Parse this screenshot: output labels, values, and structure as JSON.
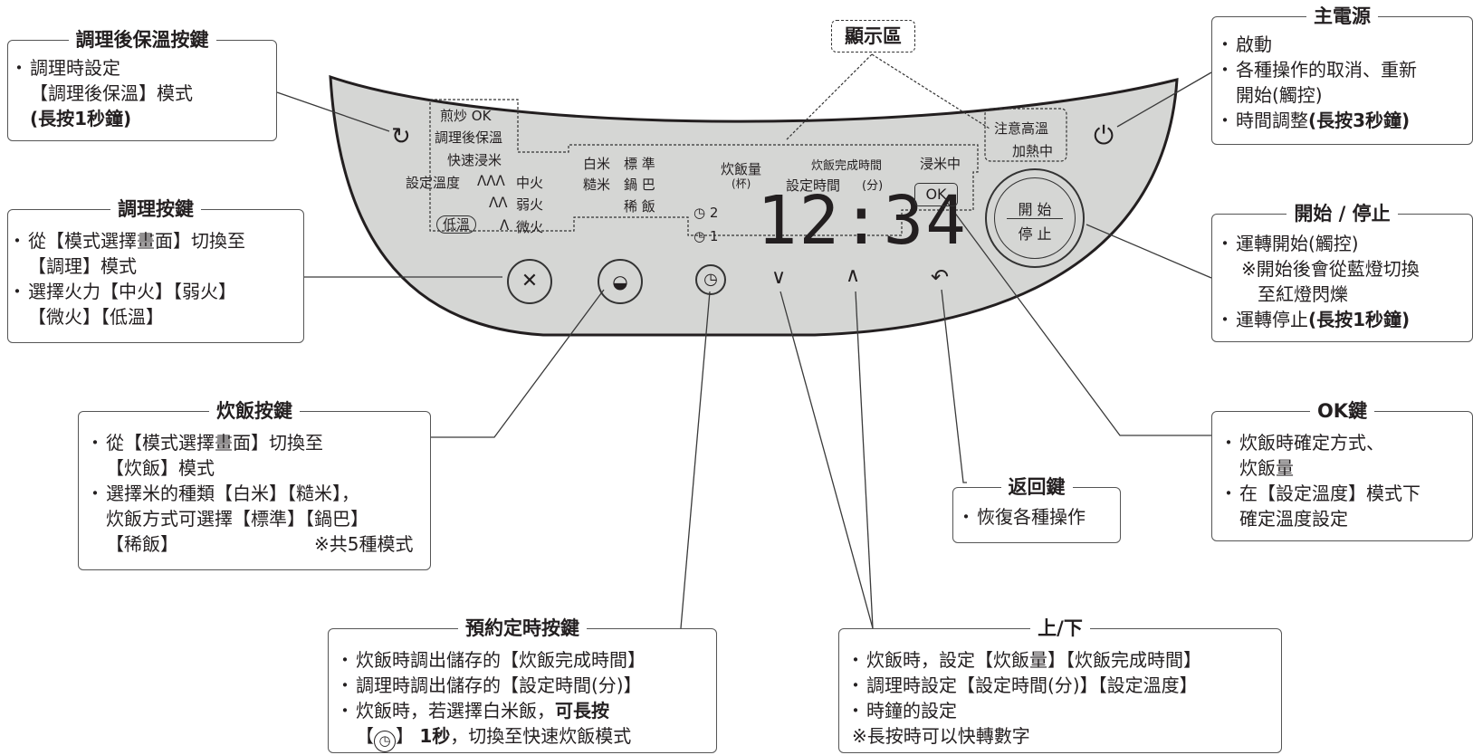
{
  "callouts": {
    "keep_warm": {
      "title": "調理後保溫按鍵",
      "lines": [
        "調理時設定",
        "【調理後保溫】模式",
        "(長按1秒鐘)"
      ]
    },
    "cook": {
      "title": "調理按鍵",
      "lines": [
        "從【模式選擇畫面】切換至",
        "【調理】模式",
        "選擇火力【中火】【弱火】",
        "【微火】【低溫】"
      ]
    },
    "rice": {
      "title": "炊飯按鍵",
      "lines": [
        "從【模式選擇畫面】切換至",
        "【炊飯】模式",
        "選擇米的種類【白米】【糙米】，",
        "炊飯方式可選擇【標準】【鍋巴】",
        "【稀飯】",
        "※共5種模式"
      ]
    },
    "timer": {
      "title": "預約定時按鍵",
      "lines": [
        "炊飯時調出儲存的【炊飯完成時間】",
        "調理時調出儲存的【設定時間(分)】",
        "炊飯時，若選擇白米飯，",
        "可長按",
        "【",
        "】",
        "1秒",
        "，切換至快速炊飯模式"
      ]
    },
    "updown": {
      "title": "上/下",
      "lines": [
        "炊飯時，設定【炊飯量】【炊飯完成時間】",
        "調理時設定【設定時間(分)】【設定溫度】",
        "時鐘的設定",
        "※長按時可以快轉數字"
      ]
    },
    "back": {
      "title": "返回鍵",
      "lines": [
        "恢復各種操作"
      ]
    },
    "ok": {
      "title": "OK鍵",
      "lines": [
        "炊飯時確定方式、",
        "炊飯量",
        "在【設定溫度】模式下",
        "確定溫度設定"
      ]
    },
    "start": {
      "title": "開始 / 停止",
      "lines": [
        "運轉開始(觸控)",
        "※開始後會從藍燈切換",
        "至紅燈閃爍",
        "運轉停止",
        "(長按1秒鐘)"
      ]
    },
    "power": {
      "title": "主電源",
      "lines": [
        "啟動",
        "各種操作的取消、重新",
        "開始(觸控)",
        "時間調整",
        "(長按3秒鐘)"
      ]
    },
    "display": {
      "title": "顯示區"
    }
  },
  "panel": {
    "mode_labels": [
      "煎炒 OK",
      "調理後保溫",
      "快速浸米"
    ],
    "temp_label": "設定溫度",
    "heat": [
      "中火",
      "弱火",
      "微火"
    ],
    "low_temp": "低溫",
    "rice_types": [
      "白米",
      "糙米"
    ],
    "methods": [
      "標 準",
      "鍋 巴",
      "稀 飯"
    ],
    "timer_labels": [
      "2",
      "1"
    ],
    "rice_amount": "炊飯量",
    "cup": "(杯)",
    "finish_time": "炊飯完成時間",
    "set_time": "設定時間",
    "minutes": "(分)",
    "soaking": "浸米中",
    "caution": "注意高溫",
    "heating": "加熱中",
    "time_display": "12:34",
    "ok_label": "OK",
    "start_label": "開 始",
    "stop_label": "停 止"
  },
  "icons": [
    "keep-warm-plus-icon",
    "cooking-utensils-icon",
    "rice-bowl-icon",
    "clock-icon",
    "chevron-down-icon",
    "chevron-up-icon",
    "back-arrow-icon",
    "power-icon"
  ],
  "colors": {
    "panel": "#d5d6d4",
    "line": "#3a3a3a"
  }
}
